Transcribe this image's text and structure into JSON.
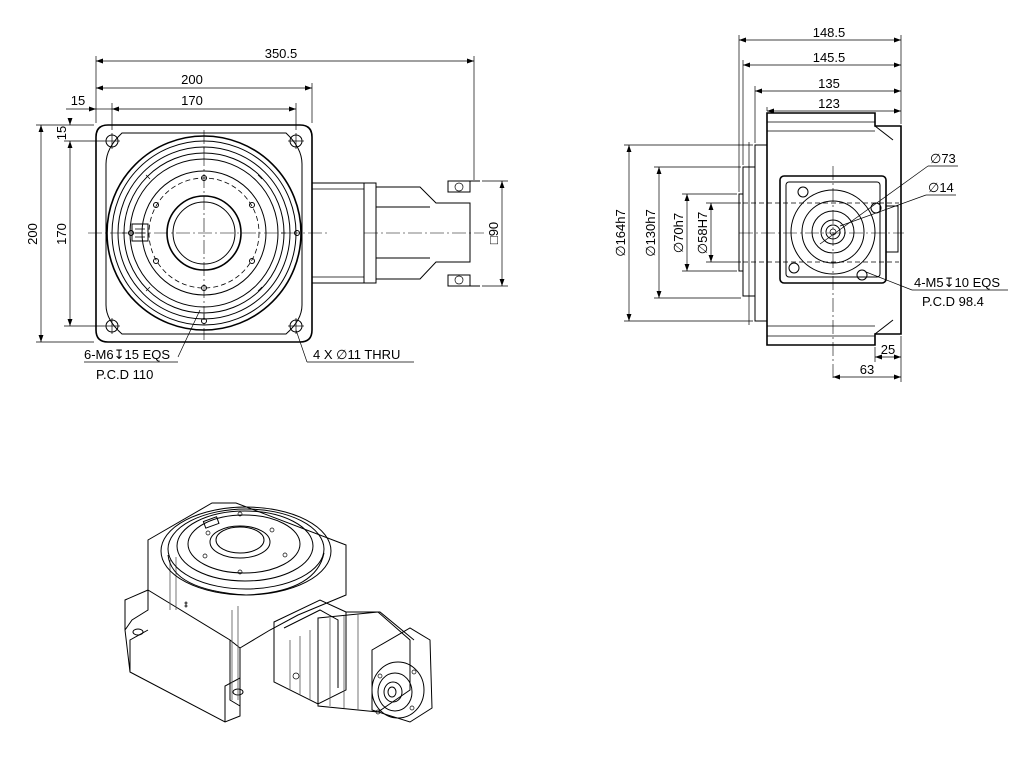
{
  "front_view": {
    "dim_overall_width": "350.5",
    "dim_body_width": "200",
    "dim_hole_offset": "15",
    "dim_hole_pitch_h": "170",
    "dim_hole_offset_v": "15",
    "dim_height": "200",
    "dim_hole_pitch_v": "170",
    "dim_motor_flange": "□90",
    "callout_tapped_holes": "6-M6↧15 EQS",
    "callout_tapped_pcd": "P.C.D 110",
    "callout_through_holes": "4 X ∅11 THRU"
  },
  "side_view": {
    "dim_total_length": "148.5",
    "dim_length_2": "145.5",
    "dim_length_3": "135",
    "dim_length_4": "123",
    "dim_dia_164": "∅164h7",
    "dim_dia_130": "∅130h7",
    "dim_dia_70": "∅70h7",
    "dim_dia_58": "∅58H7",
    "callout_dia_73": "∅73",
    "callout_dia_14": "∅14",
    "callout_m5_holes": "4-M5↧10 EQS",
    "callout_m5_pcd": "P.C.D 98.4",
    "dim_25": "25",
    "dim_63": "63"
  }
}
